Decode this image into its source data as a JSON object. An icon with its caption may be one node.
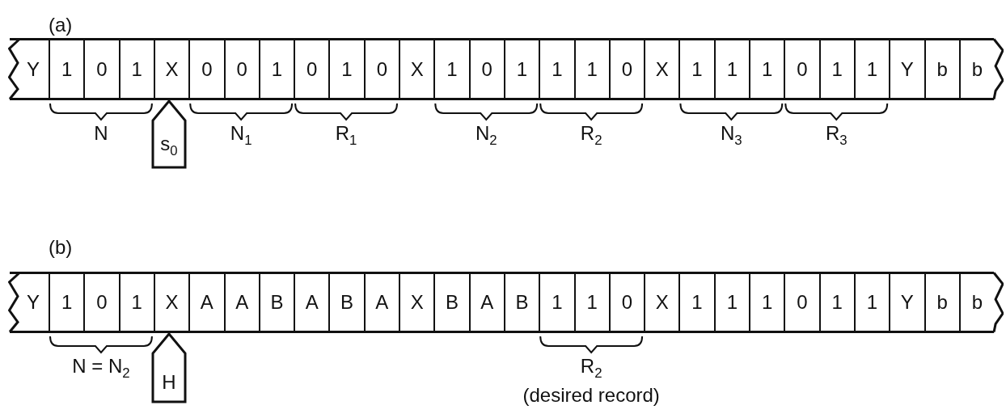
{
  "diagram": {
    "nodes": [
      {
        "text": [],
        "shape": "bar"
      },
      {
        "text": [
          "Y"
        ],
        "in": 0
      },
      {
        "text": [
          "1"
        ],
        "in": 0
      },
      {
        "text": [
          "0"
        ],
        "in": 0
      },
      {
        "text": [
          "1"
        ],
        "in": 0
      },
      {
        "text": [
          "X"
        ],
        "in": 0
      },
      {
        "text": [
          "0"
        ],
        "in": 0
      },
      {
        "text": [
          "0"
        ],
        "in": 0
      },
      {
        "text": [
          "1"
        ],
        "in": 0
      },
      {
        "text": [
          "0"
        ],
        "in": 0
      },
      {
        "text": [
          "1"
        ],
        "in": 0
      },
      {
        "text": [
          "0"
        ],
        "in": 0
      },
      {
        "text": [
          "X"
        ],
        "in": 0
      },
      {
        "text": [
          "1"
        ],
        "in": 0
      },
      {
        "text": [
          "0"
        ],
        "in": 0
      },
      {
        "text": [
          "1"
        ],
        "in": 0
      },
      {
        "text": [
          "1"
        ],
        "in": 0
      },
      {
        "text": [
          "1"
        ],
        "in": 0
      },
      {
        "text": [
          "0"
        ],
        "in": 0
      },
      {
        "text": [
          "X"
        ],
        "in": 0
      },
      {
        "text": [
          "1"
        ],
        "in": 0
      },
      {
        "text": [
          "1"
        ],
        "in": 0
      },
      {
        "text": [
          "1"
        ],
        "in": 0
      },
      {
        "text": [
          "0"
        ],
        "in": 0
      },
      {
        "text": [
          "1"
        ],
        "in": 0
      },
      {
        "text": [
          "1"
        ],
        "in": 0
      },
      {
        "text": [
          "Y"
        ],
        "in": 0
      },
      {
        "text": [
          "b"
        ],
        "in": 0
      },
      {
        "text": [
          "b"
        ],
        "in": 0
      },
      {
        "text": [
          "s$_{0}$"
        ]
      },
      {
        "text": [],
        "shape": "bar"
      },
      {
        "text": [
          "Y"
        ],
        "in": 30
      },
      {
        "text": [
          "1"
        ],
        "in": 30
      },
      {
        "text": [
          "0"
        ],
        "in": 30
      },
      {
        "text": [
          "1"
        ],
        "in": 30
      },
      {
        "text": [
          "X"
        ],
        "in": 30
      },
      {
        "text": [
          "A"
        ],
        "in": 30
      },
      {
        "text": [
          "A"
        ],
        "in": 30
      },
      {
        "text": [
          "B"
        ],
        "in": 30
      },
      {
        "text": [
          "A"
        ],
        "in": 30
      },
      {
        "text": [
          "B"
        ],
        "in": 30
      },
      {
        "text": [
          "A"
        ],
        "in": 30
      },
      {
        "text": [
          "X"
        ],
        "in": 30
      },
      {
        "text": [
          "B"
        ],
        "in": 30
      },
      {
        "text": [
          "A"
        ],
        "in": 30
      },
      {
        "text": [
          "B"
        ],
        "in": 30
      },
      {
        "text": [
          "1"
        ],
        "in": 30
      },
      {
        "text": [
          "1"
        ],
        "in": 30
      },
      {
        "text": [
          "0"
        ],
        "in": 30
      },
      {
        "text": [
          "X"
        ],
        "in": 30
      },
      {
        "text": [
          "1"
        ],
        "in": 30
      },
      {
        "text": [
          "1"
        ],
        "in": 30
      },
      {
        "text": [
          "1"
        ],
        "in": 30
      },
      {
        "text": [
          "0"
        ],
        "in": 30
      },
      {
        "text": [
          "1"
        ],
        "in": 30
      },
      {
        "text": [
          "1"
        ],
        "in": 30
      },
      {
        "text": [
          "Y"
        ],
        "in": 30
      },
      {
        "text": [
          "b"
        ],
        "in": 30
      },
      {
        "text": [
          "b"
        ],
        "in": 30
      },
      {
        "text": [
          "H"
        ]
      }
    ],
    "labels": [
      "(a)",
      "N",
      "N$_{1}$",
      "R$_{1}$",
      "N$_{2}$",
      "R$_{2}$",
      "N$_{3}$",
      "R$_{3}$",
      "(b)",
      "N = N$_{2}$",
      "R$_{2}$",
      "(desired record)"
    ]
  }
}
